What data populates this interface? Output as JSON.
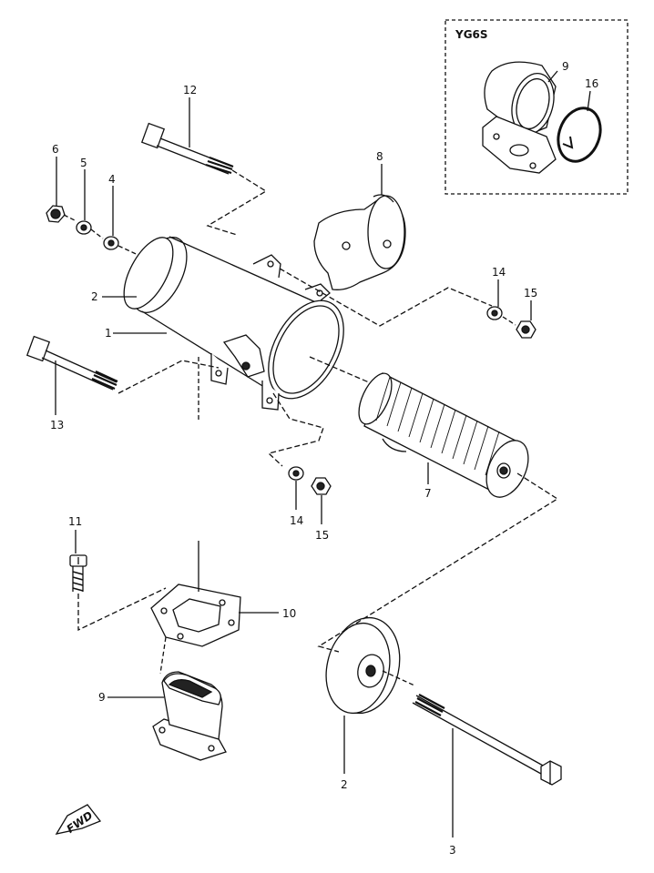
{
  "inset": {
    "title": "YG6S",
    "label_9": "9",
    "label_16": "16"
  },
  "labels": {
    "l12": "12",
    "l6": "6",
    "l5": "5",
    "l4": "4",
    "l8": "8",
    "l2_top": "2",
    "l1": "1",
    "l14_right": "14",
    "l15_right": "15",
    "l13": "13",
    "l7": "7",
    "l14_mid": "14",
    "l15_mid": "15",
    "l11": "11",
    "l10": "10",
    "l9": "9",
    "l2_bottom": "2",
    "l3": "3"
  },
  "fwd_label": "FWD",
  "colors": {
    "ink": "#111111",
    "background": "#ffffff",
    "fill_light": "#f4f4f4",
    "fill_dark": "#222222"
  }
}
